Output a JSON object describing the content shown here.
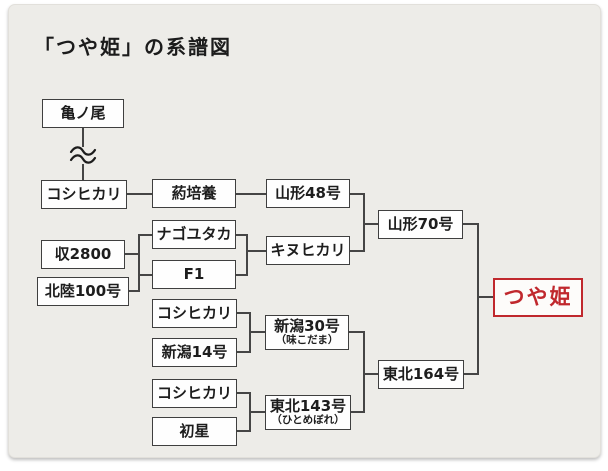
{
  "title": "「つや姫」の系譜図",
  "colors": {
    "card_background": "#edece8",
    "box_background": "#fefefe",
    "box_border": "#3f3f3f",
    "connector_line": "#454545",
    "text": "#1d1d1d",
    "accent_red": "#c0282d"
  },
  "diagram": {
    "nodes": [
      {
        "id": "kamenoo",
        "label": "亀ノ尾"
      },
      {
        "id": "koshihikari-1",
        "label": "コシヒカリ"
      },
      {
        "id": "anther-culture",
        "label": "葯培養"
      },
      {
        "id": "yamagata-48",
        "label": "山形48号"
      },
      {
        "id": "nagoyutaka",
        "label": "ナゴユタカ"
      },
      {
        "id": "kinuhikari",
        "label": "キヌヒカリ"
      },
      {
        "id": "shu-2800",
        "label": "収2800"
      },
      {
        "id": "f1",
        "label": "F1"
      },
      {
        "id": "hokuriku-100",
        "label": "北陸100号"
      },
      {
        "id": "koshihikari-2",
        "label": "コシヒカリ"
      },
      {
        "id": "niigata-30",
        "label": "新潟30号",
        "sublabel": "（味こだま）"
      },
      {
        "id": "niigata-14",
        "label": "新潟14号"
      },
      {
        "id": "koshihikari-3",
        "label": "コシヒカリ"
      },
      {
        "id": "tohoku-143",
        "label": "東北143号",
        "sublabel": "（ひとめぼれ）"
      },
      {
        "id": "hatsuboshi",
        "label": "初星"
      },
      {
        "id": "yamagata-70",
        "label": "山形70号"
      },
      {
        "id": "tohoku-164",
        "label": "東北164号"
      },
      {
        "id": "tsuyahime",
        "label": "つや姫",
        "emphasized": true
      }
    ],
    "generation_break": {
      "symbol": "≈",
      "between": [
        "kamenoo",
        "koshihikari-1"
      ]
    },
    "relations": [
      {
        "parents": [
          "kamenoo"
        ],
        "child": "koshihikari-1",
        "note": "generations omitted (≈)"
      },
      {
        "parents": [
          "koshihikari-1"
        ],
        "via": "anther-culture",
        "child": "yamagata-48"
      },
      {
        "parents": [
          "shu-2800",
          "hokuriku-100"
        ],
        "child": "f1"
      },
      {
        "parents": [
          "nagoyutaka",
          "f1"
        ],
        "child": "kinuhikari"
      },
      {
        "parents": [
          "yamagata-48",
          "kinuhikari"
        ],
        "child": "yamagata-70"
      },
      {
        "parents": [
          "koshihikari-2",
          "niigata-14"
        ],
        "child": "niigata-30"
      },
      {
        "parents": [
          "koshihikari-3",
          "hatsuboshi"
        ],
        "child": "tohoku-143"
      },
      {
        "parents": [
          "niigata-30",
          "tohoku-143"
        ],
        "child": "tohoku-164"
      },
      {
        "parents": [
          "yamagata-70",
          "tohoku-164"
        ],
        "child": "tsuyahime"
      }
    ]
  }
}
